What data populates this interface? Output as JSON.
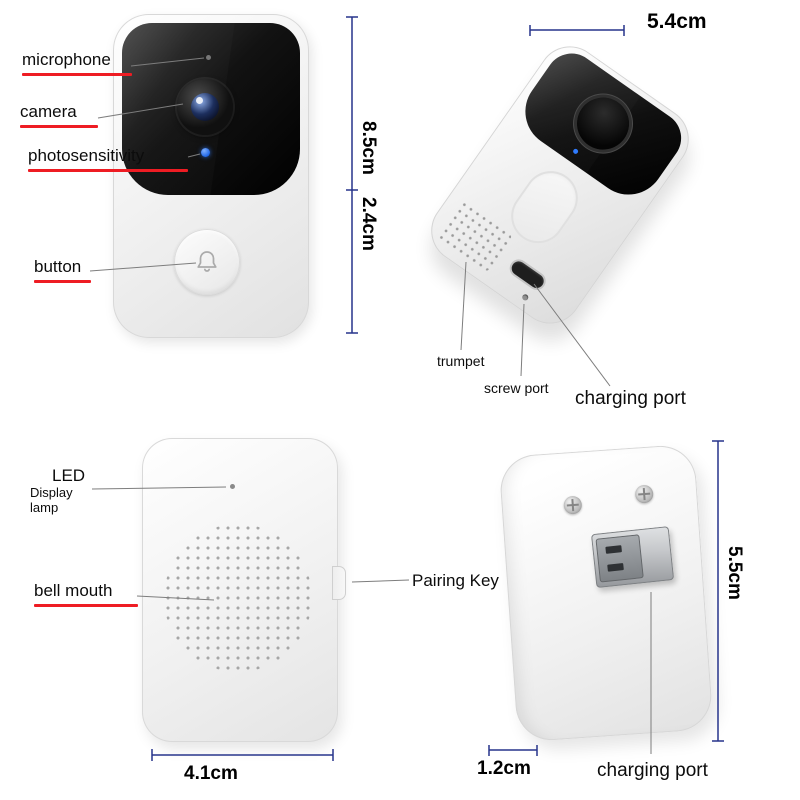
{
  "doorbell_front": {
    "label_microphone": "microphone",
    "label_camera": "camera",
    "label_photosensitivity": "photosensitivity",
    "label_button": "button",
    "dim_height": "8.5cm",
    "dim_depth": "2.4cm"
  },
  "doorbell_back": {
    "label_trumpet": "trumpet",
    "label_screw_port": "screw port",
    "label_charging_port": "charging port",
    "dim_width": "5.4cm"
  },
  "chime_front": {
    "label_led": "LED",
    "label_display_lamp": "Display lamp",
    "label_bell_mouth": "bell mouth",
    "label_pairing_key": "Pairing Key",
    "dim_width": "4.1cm"
  },
  "chime_plug": {
    "label_charging_port": "charging port",
    "dim_height": "5.5cm",
    "dim_depth": "1.2cm"
  },
  "colors": {
    "underline_red": "#ee1c23",
    "dimension_blue": "#27348b",
    "leader_gray": "#7d7d7d",
    "panel_black": "#141414",
    "led_blue": "#2f7bfe",
    "body_white": "#f4f4f4"
  }
}
